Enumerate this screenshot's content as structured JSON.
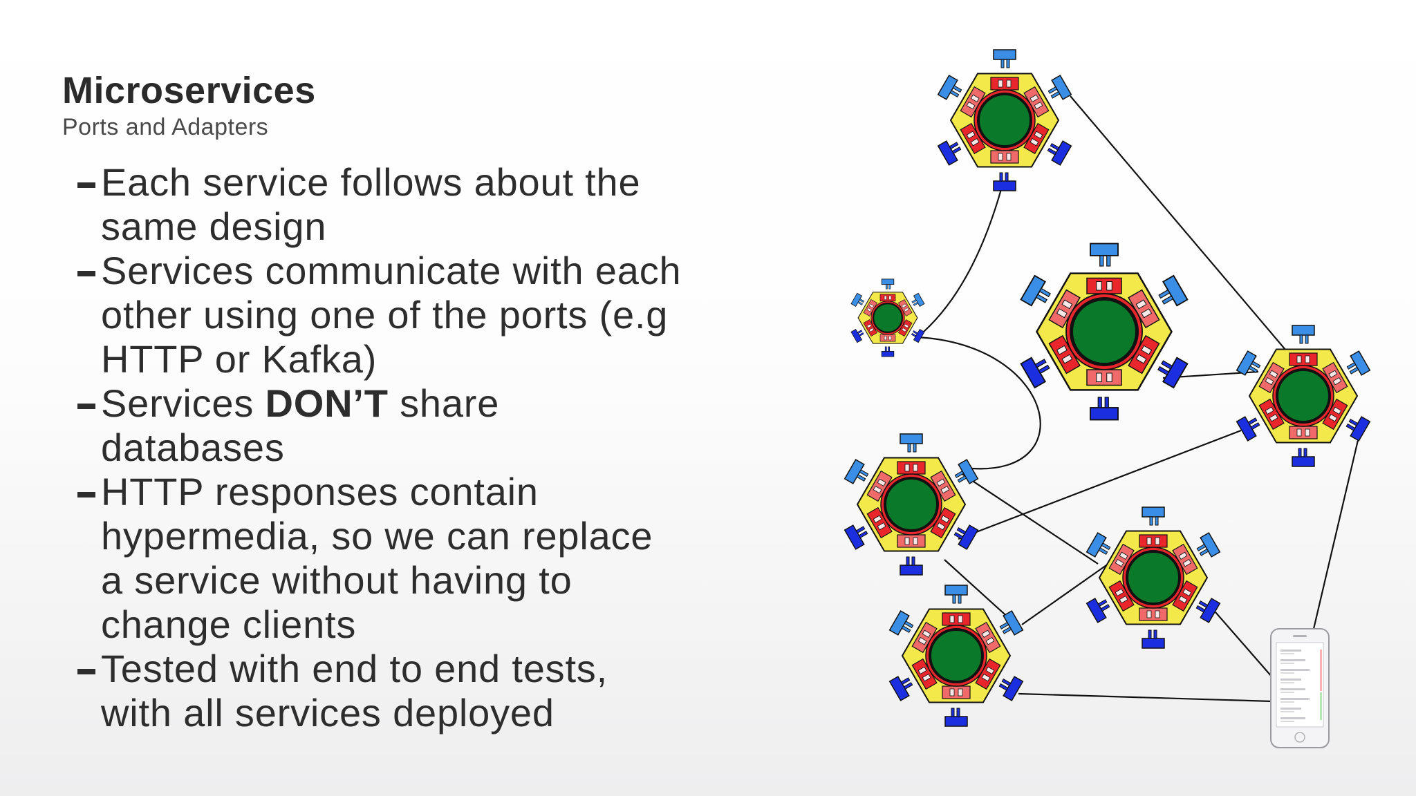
{
  "slide": {
    "title": "Microservices",
    "subtitle": "Ports and Adapters"
  },
  "bullets": [
    {
      "text": "Each service follows about the same design"
    },
    {
      "text": "Services communicate with each other using one of the ports (e.g HTTP or Kafka)"
    },
    {
      "pre": "Services ",
      "strong": "DON’T",
      "post": " share databases"
    },
    {
      "text": "HTTP responses contain hypermedia, so we can replace a service without having to change clients"
    },
    {
      "text": "Tested with end to end tests, with all services deployed"
    }
  ],
  "diagram": {
    "services": [
      {
        "id": "s1"
      },
      {
        "id": "s2"
      },
      {
        "id": "s3"
      },
      {
        "id": "s4"
      },
      {
        "id": "s5"
      },
      {
        "id": "s6"
      },
      {
        "id": "s7"
      }
    ],
    "client": {
      "id": "mobile-client"
    },
    "connections": [
      [
        "s1",
        "s2"
      ],
      [
        "s1",
        "s4"
      ],
      [
        "s2",
        "s5"
      ],
      [
        "s3",
        "s4"
      ],
      [
        "s5",
        "s4"
      ],
      [
        "s5",
        "s6"
      ],
      [
        "s5",
        "s7"
      ],
      [
        "s3",
        "s4"
      ],
      [
        "s6",
        "s7"
      ],
      [
        "s6",
        "mobile-client"
      ],
      [
        "s7",
        "mobile-client"
      ],
      [
        "s4",
        "mobile-client"
      ]
    ],
    "colors": {
      "core": "#0a7a2a",
      "core_ring": "#e8262b",
      "hexagon": "#f4e94a",
      "adapter_red": "#e8262b",
      "adapter_pink": "#f06a6a",
      "port_light": "#3a8ee6",
      "port_dark": "#1c2fe0",
      "line": "#111111"
    }
  }
}
